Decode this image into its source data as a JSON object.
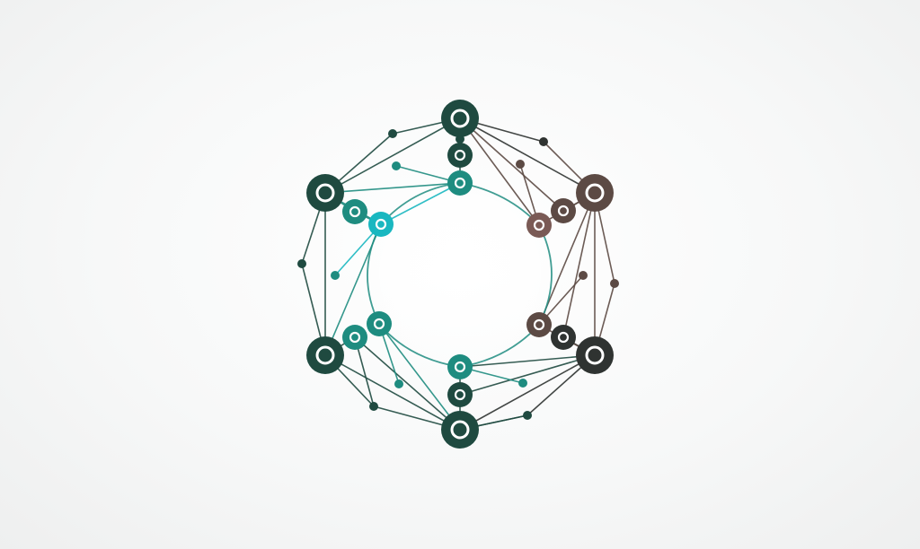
{
  "diagram": {
    "type": "circular-network-graph",
    "colors": {
      "background": "#f4f5f5",
      "teal_dark": "#1f4a40",
      "teal_mid": "#1e8c80",
      "teal_bright": "#19b7c0",
      "brown": "#5c4a44",
      "brown_light": "#7a5a55",
      "charcoal": "#2f3331",
      "node_ring": "#ffffff"
    },
    "node_kinds": [
      "hub",
      "ring-node",
      "dot"
    ],
    "hub_count": 6,
    "ring_node_count": 12,
    "dot_count": 13
  }
}
